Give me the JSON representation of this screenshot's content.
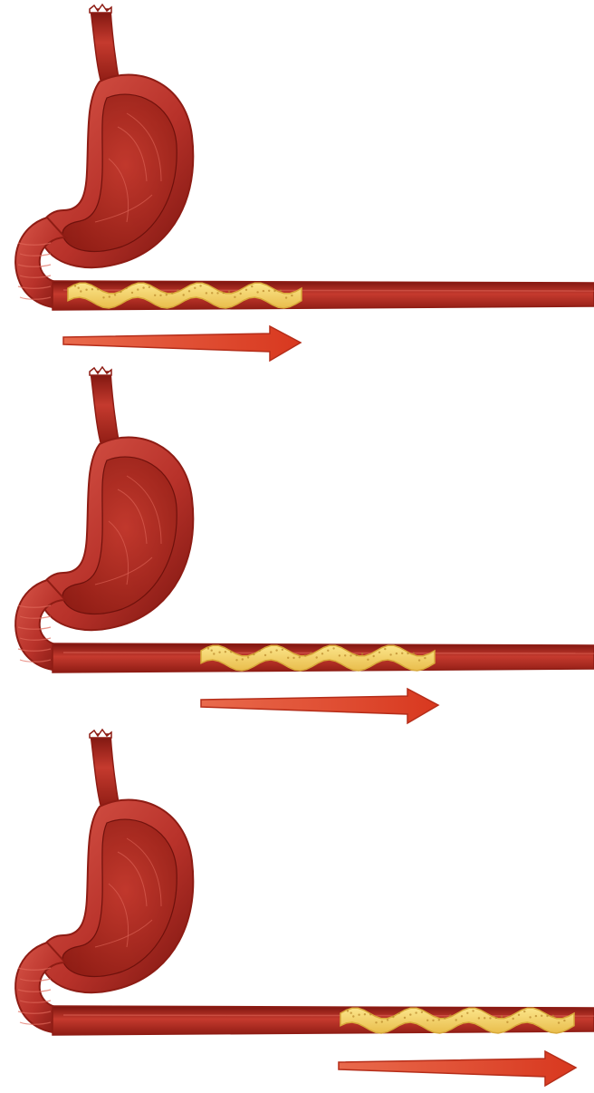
{
  "diagram": {
    "colors": {
      "background": "#ffffff",
      "tissue_dark": "#8e1c14",
      "tissue_mid": "#b8322a",
      "tissue_light": "#d9574a",
      "food_fill": "#f4d46a",
      "food_edge": "#d8a93a",
      "arrow": "#e4472c",
      "arrow_edge": "#b52d19"
    },
    "panels": [
      {
        "name": "panel-1",
        "stage": 1,
        "arrow_label": "",
        "food_label": ""
      },
      {
        "name": "panel-2",
        "stage": 2,
        "arrow_label": "",
        "food_label": ""
      },
      {
        "name": "panel-3",
        "stage": 3,
        "arrow_label": "",
        "food_label": ""
      }
    ]
  }
}
